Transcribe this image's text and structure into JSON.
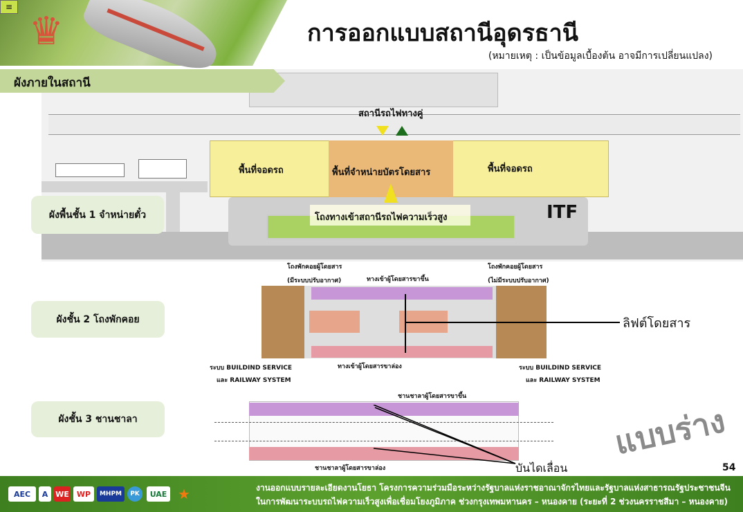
{
  "header": {
    "title": "การออกแบบสถานีอุดรธานี",
    "note": "(หมายเหตุ : เป็นข้อมูลเบื้องต้น อาจมีการเปลี่ยนแปลง)",
    "section": "ผังภายในสถานี"
  },
  "floor1": {
    "label": "ผังพื้นชั้น 1 จำหน่ายตั๋ว",
    "station_link": "สถานีรถไฟทางคู่",
    "parking_left": "พื้นที่จอดรถ",
    "ticketing": "พื้นที่จำหน่ายบัตรโดยสาร",
    "parking_right": "พื้นที่จอดรถ",
    "entrance": "โถงทางเข้าสถานีรถไฟความเร็วสูง",
    "itf": "ITF"
  },
  "floor2": {
    "label": "ผังชั้น 2 โถงพักคอย",
    "lounge_ac": [
      "โถงพักคอยผู้โดยสาร",
      "(มีระบบปรับอากาศ)"
    ],
    "lounge_noac": [
      "โถงพักคอยผู้โดยสาร",
      "(ไม่มีระบบปรับอากาศ)"
    ],
    "entry_up": "ทางเข้าผู้โดยสารขาขึ้น",
    "entry_down": "ทางเข้าผู้โดยสารขาล่อง",
    "service_left": [
      "ระบบ BUILDIND SERVICE",
      "และ RAILWAY SYSTEM"
    ],
    "service_right": [
      "ระบบ BUILDIND SERVICE",
      "และ RAILWAY SYSTEM"
    ],
    "lift": "ลิฟต์โดยสาร"
  },
  "floor3": {
    "label": "ผังชั้น 3 ชานชาลา",
    "platform_up": "ชานชาลาผู้โดยสารขาขึ้น",
    "platform_down": "ชานชาลาผู้โดยสารขาล่อง",
    "escalator": "บันไดเลื่อน"
  },
  "watermark": "แบบร่าง",
  "page_number": "54",
  "footer": {
    "logos": [
      "AEC",
      "A",
      "WE",
      "WP",
      "MHPM",
      "PK",
      "UAE",
      "★"
    ],
    "line1": "งานออกแบบรายละเอียดงานโยธา โครงการความร่วมมือระหว่างรัฐบาลแห่งราชอาณาจักรไทยและรัฐบาลแห่งสาธารณรัฐประชาชนจีน",
    "line2": "ในการพัฒนาระบบรถไฟความเร็วสูงเพื่อเชื่อมโยงภูมิภาค ช่วงกรุงเทพมหานคร – หนองคาย (ระยะที่ 2 ช่วงนครราชสีมา – หนองคาย)"
  },
  "colors": {
    "section": "#c3d79a",
    "footer": "#4b8f25",
    "parking": "#f7ef9a",
    "ticketing": "#eab877"
  }
}
